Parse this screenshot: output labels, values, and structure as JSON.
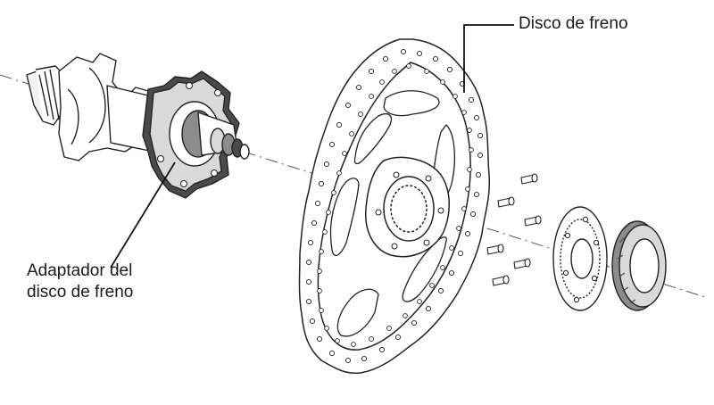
{
  "labels": {
    "brake_disc": "Disco de freno",
    "adapter_line1": "Adaptador del",
    "adapter_line2": "disco de freno"
  },
  "colors": {
    "ink": "#1a1a1a",
    "line": "#222222",
    "shade_light": "#d9d9d9",
    "shade_mid": "#8c8c8c",
    "shade_dark": "#4a4a4a",
    "paper": "#ffffff"
  },
  "parts": [
    {
      "name": "hub-body"
    },
    {
      "name": "brake-disc-adapter"
    },
    {
      "name": "brake-disc-rotor"
    },
    {
      "name": "mounting-bolts",
      "count": 6
    },
    {
      "name": "center-lock-washer"
    },
    {
      "name": "lockring"
    }
  ]
}
